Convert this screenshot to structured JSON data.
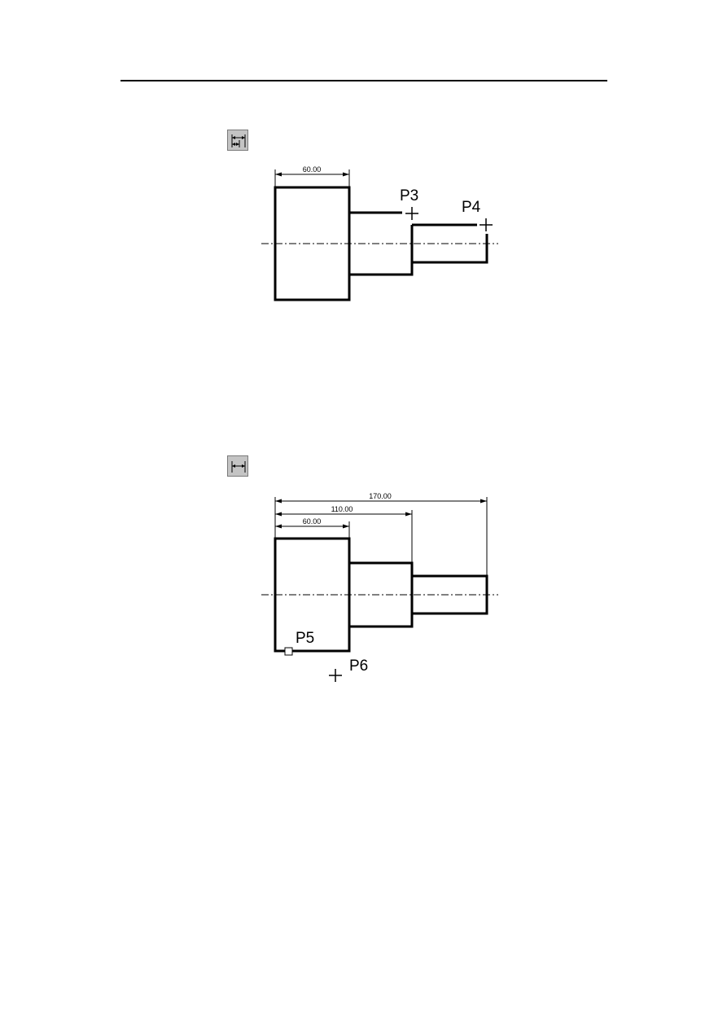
{
  "toolbar": {
    "baseline_dimension_icon": "baseline-dimension-icon",
    "linear_dimension_icon": "linear-dimension-icon"
  },
  "figure1": {
    "dim_60": "60.00",
    "p3": "P3",
    "p4": "P4"
  },
  "figure2": {
    "dim_170": "170.00",
    "dim_110": "110.00",
    "dim_60": "60.00",
    "p5": "P5",
    "p6": "P6"
  }
}
